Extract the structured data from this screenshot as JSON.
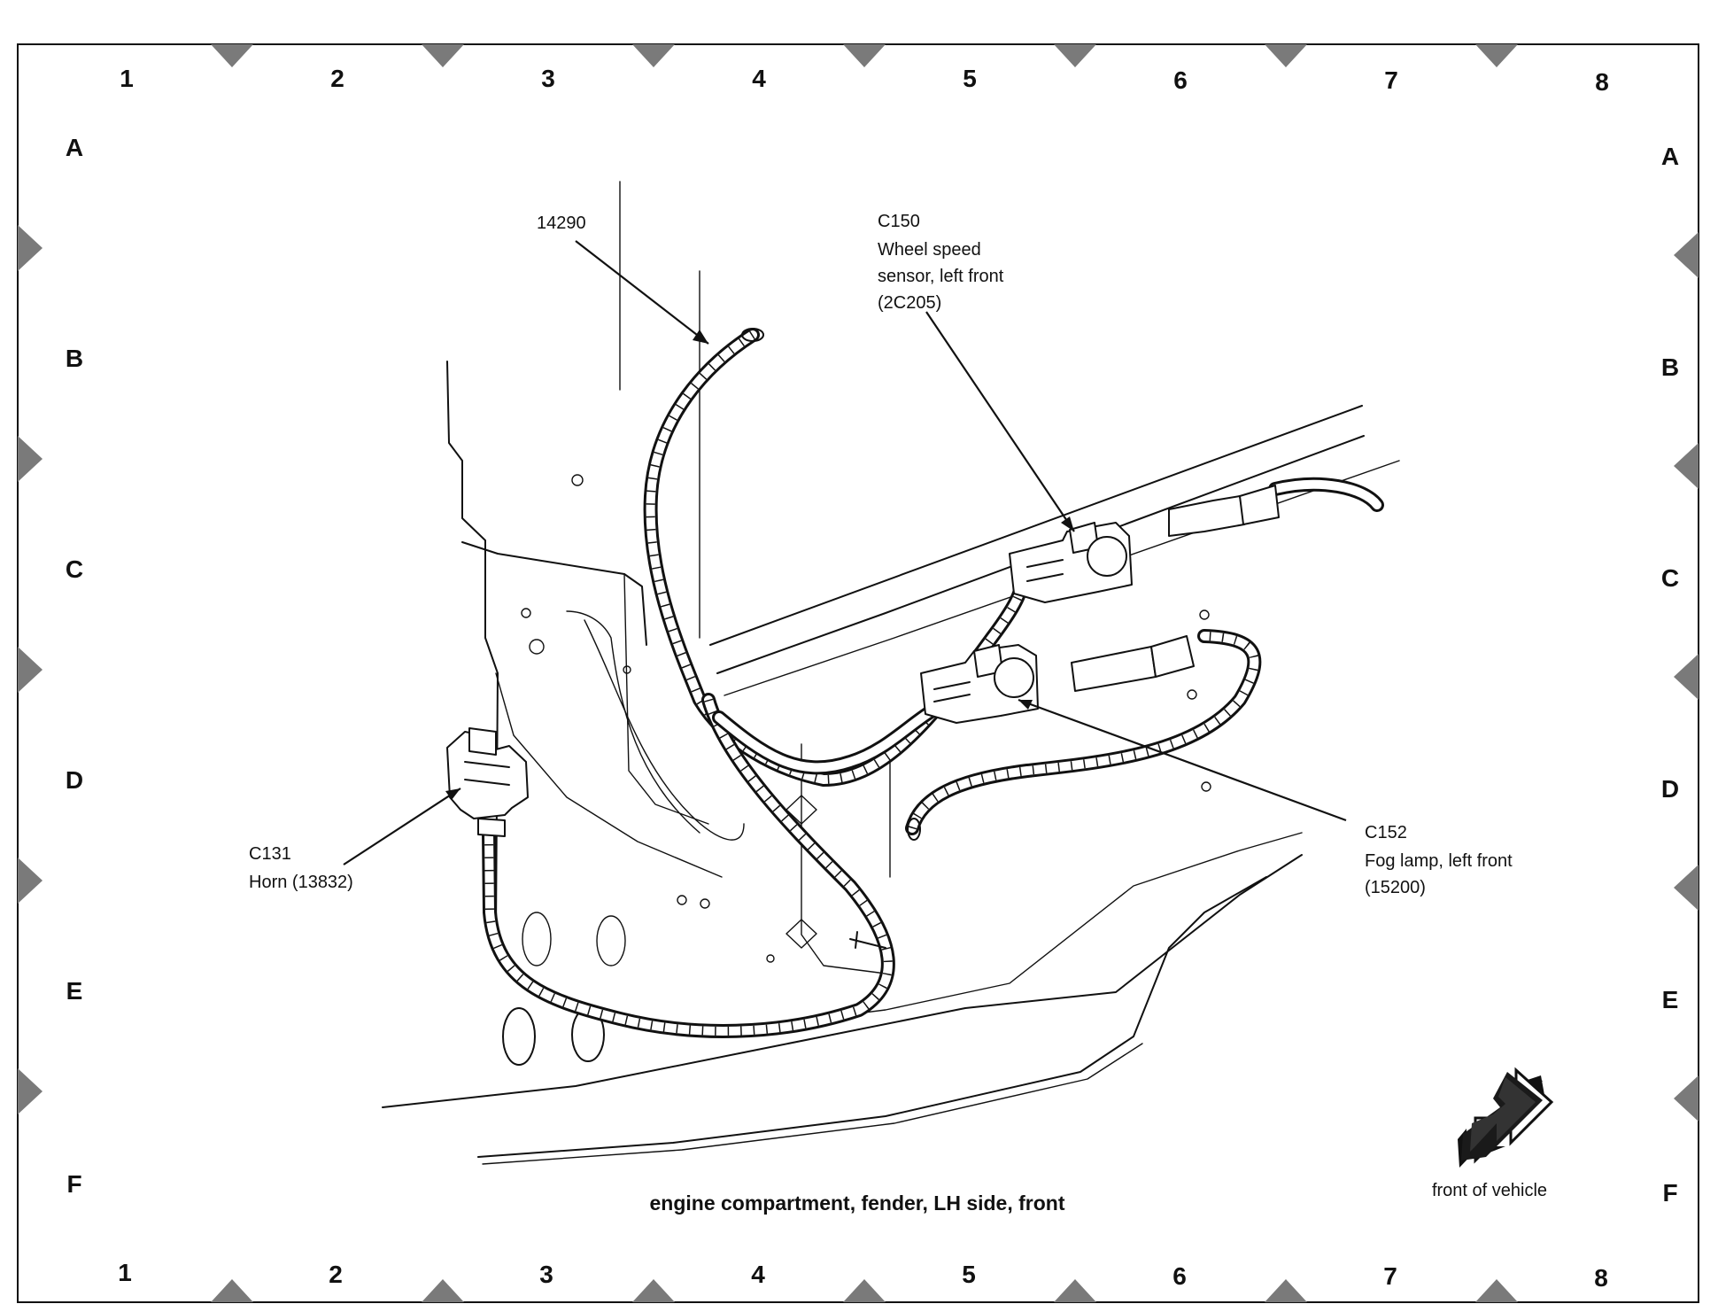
{
  "grid": {
    "columns": [
      "1",
      "2",
      "3",
      "4",
      "5",
      "6",
      "7",
      "8"
    ],
    "rows": [
      "A",
      "B",
      "C",
      "D",
      "E",
      "F"
    ]
  },
  "callouts": {
    "harness": {
      "line1": "14290"
    },
    "c150": {
      "line1": "C150",
      "line2": "Wheel speed",
      "line3": "sensor, left front",
      "line4": "(2C205)"
    },
    "c131": {
      "line1": "C131",
      "line2": "Horn (13832)"
    },
    "c152": {
      "line1": "C152",
      "line2": "Fog lamp, left front",
      "line3": "(15200)"
    }
  },
  "caption": "engine compartment, fender, LH side, front",
  "direction": {
    "label": "front of vehicle",
    "icon": "arrow-down-left-icon"
  },
  "colors": {
    "ink": "#111111",
    "border_marker": "#7a7a7a",
    "background": "#ffffff"
  }
}
